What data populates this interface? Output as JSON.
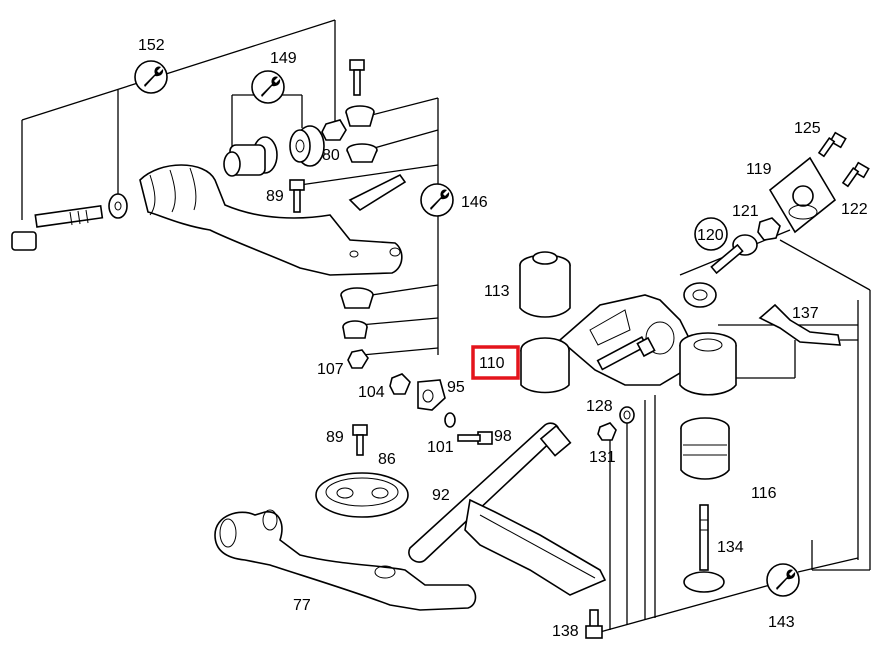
{
  "labels": {
    "p152": "152",
    "p149": "149",
    "p80": "80",
    "p89a": "89",
    "p146": "146",
    "p107": "107",
    "p104": "104",
    "p95": "95",
    "p101": "101",
    "p98": "98",
    "p89b": "89",
    "p86": "86",
    "p92": "92",
    "p77": "77",
    "p113": "113",
    "p110": "110",
    "p128": "128",
    "p131": "131",
    "p125": "125",
    "p119": "119",
    "p121": "121",
    "p122": "122",
    "p120": "120",
    "p137": "137",
    "p116": "116",
    "p134": "134",
    "p143": "143",
    "p138": "138"
  },
  "highlight": {
    "label": "110",
    "color": "#e4141b"
  },
  "icon_symbols": {
    "wrench": "wrench-icon"
  }
}
